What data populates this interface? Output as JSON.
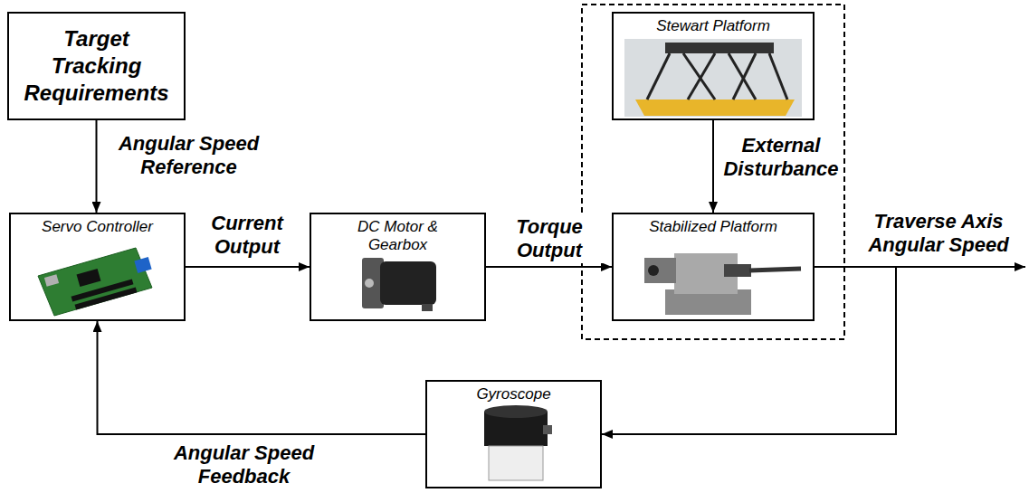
{
  "diagram": {
    "nodes": [
      {
        "text": [
          "Target Tracking Requirements"
        ]
      },
      {
        "text": [
          "Stewart Platform"
        ]
      },
      {
        "text": [
          "Servo Controller"
        ]
      },
      {
        "text": [
          "DC Motor & Gearbox"
        ]
      },
      {
        "text": [
          "Stabilized Platform"
        ]
      },
      {
        "text": [
          "Gyroscope"
        ]
      }
    ],
    "edges": [
      {
        "from": 0,
        "to": 2,
        "label": "Angular Speed Reference",
        "arrow": "to"
      },
      {
        "from": 2,
        "to": 3,
        "label": "Current Output",
        "arrow": "to"
      },
      {
        "from": 3,
        "to": 4,
        "label": "Torque Output",
        "arrow": "to"
      },
      {
        "from": 1,
        "to": 4,
        "label": "External Disturbance",
        "arrow": "to"
      },
      {
        "from": 4,
        "to": 5,
        "arrow": "to"
      },
      {
        "from": 5,
        "to": 2,
        "label": "Angular Speed Feedback",
        "arrow": "to"
      }
    ],
    "labels": [
      "Traverse Axis Angular Speed"
    ]
  }
}
